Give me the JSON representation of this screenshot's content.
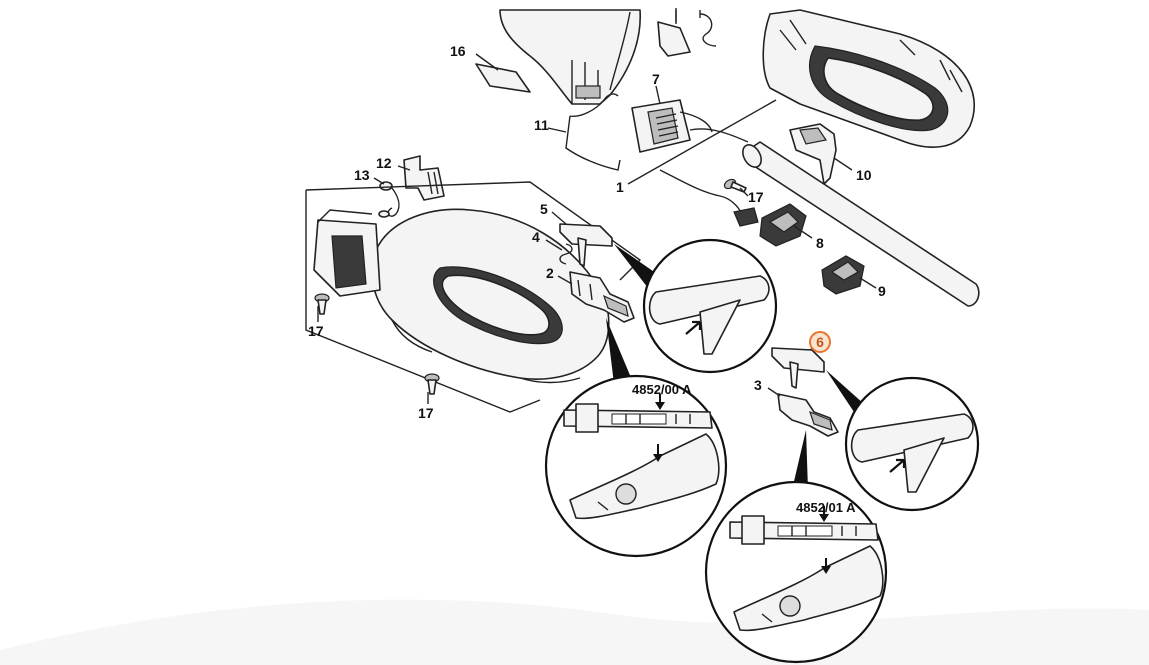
{
  "diagram": {
    "highlight_color": "#e8742c",
    "callouts": [
      {
        "id": "c1",
        "label": "1"
      },
      {
        "id": "c2",
        "label": "2"
      },
      {
        "id": "c3",
        "label": "3"
      },
      {
        "id": "c4",
        "label": "4"
      },
      {
        "id": "c5",
        "label": "5"
      },
      {
        "id": "c6",
        "label": "6",
        "highlighted": true
      },
      {
        "id": "c7",
        "label": "7"
      },
      {
        "id": "c8",
        "label": "8"
      },
      {
        "id": "c9",
        "label": "9"
      },
      {
        "id": "c10",
        "label": "10"
      },
      {
        "id": "c11",
        "label": "11"
      },
      {
        "id": "c12",
        "label": "12"
      },
      {
        "id": "c13",
        "label": "13"
      },
      {
        "id": "c16",
        "label": "16"
      },
      {
        "id": "c17a",
        "label": "17"
      },
      {
        "id": "c17b",
        "label": "17"
      },
      {
        "id": "c17c",
        "label": "17"
      }
    ],
    "detail_labels": {
      "left_part_number": "4852/00 A",
      "right_part_number": "4852/01 A"
    }
  }
}
